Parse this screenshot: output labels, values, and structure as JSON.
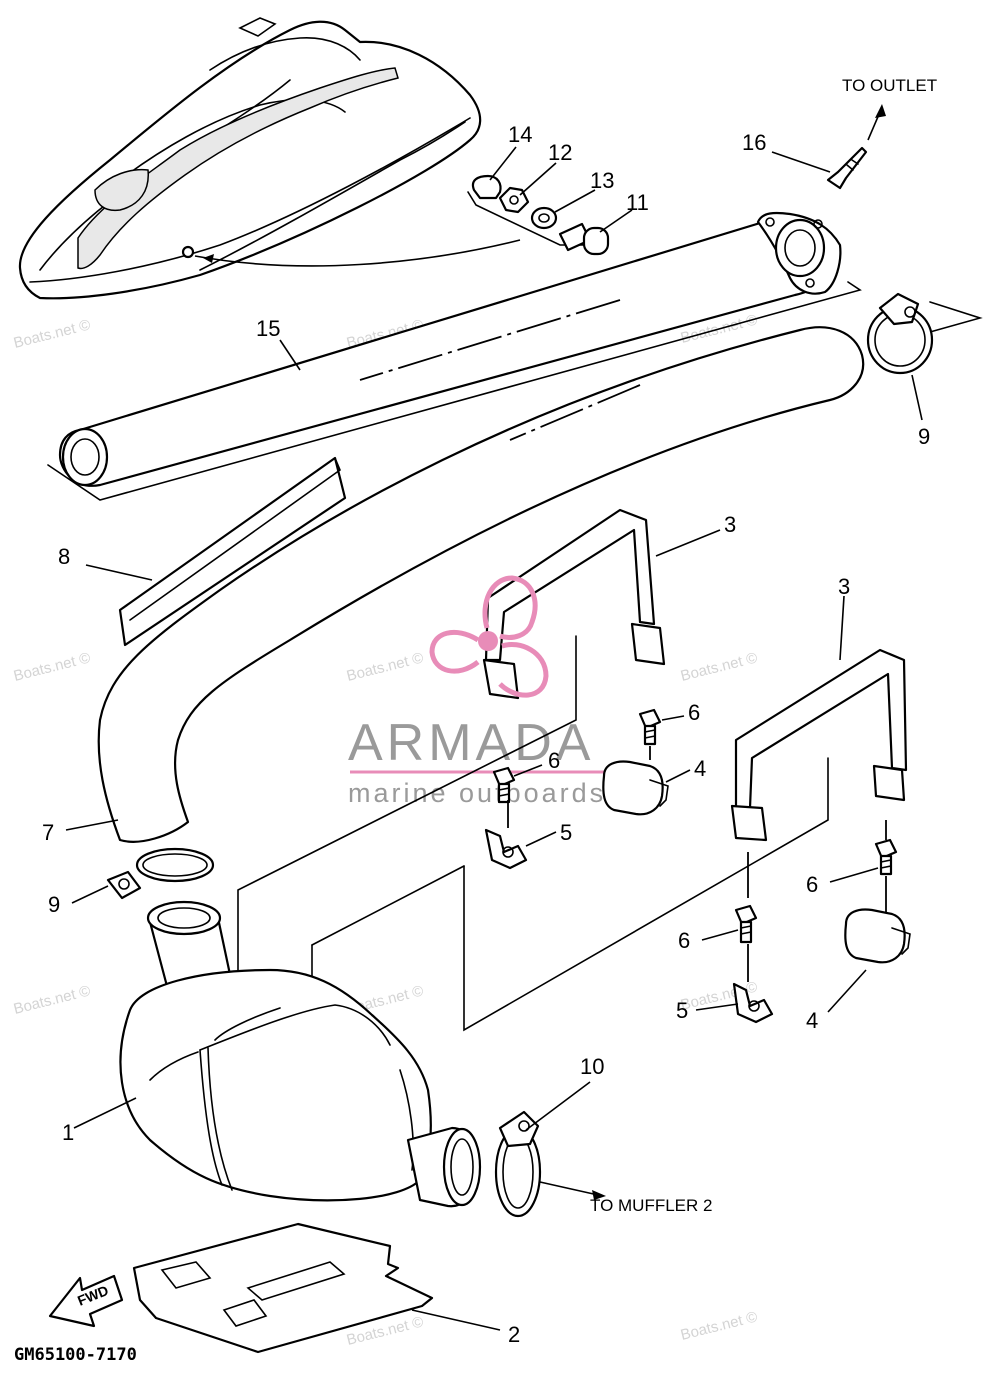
{
  "diagram": {
    "callouts": [
      {
        "id": "c1",
        "label": "1"
      },
      {
        "id": "c2",
        "label": "2"
      },
      {
        "id": "c3a",
        "label": "3"
      },
      {
        "id": "c3b",
        "label": "3"
      },
      {
        "id": "c4a",
        "label": "4"
      },
      {
        "id": "c4b",
        "label": "4"
      },
      {
        "id": "c5a",
        "label": "5"
      },
      {
        "id": "c5b",
        "label": "5"
      },
      {
        "id": "c6a",
        "label": "6"
      },
      {
        "id": "c6b",
        "label": "6"
      },
      {
        "id": "c6c",
        "label": "6"
      },
      {
        "id": "c6d",
        "label": "6"
      },
      {
        "id": "c7",
        "label": "7"
      },
      {
        "id": "c8",
        "label": "8"
      },
      {
        "id": "c9a",
        "label": "9"
      },
      {
        "id": "c9b",
        "label": "9"
      },
      {
        "id": "c10",
        "label": "10"
      },
      {
        "id": "c11",
        "label": "11"
      },
      {
        "id": "c12",
        "label": "12"
      },
      {
        "id": "c13",
        "label": "13"
      },
      {
        "id": "c14",
        "label": "14"
      },
      {
        "id": "c15",
        "label": "15"
      },
      {
        "id": "c16",
        "label": "16"
      }
    ],
    "notes": {
      "to_outlet": "TO OUTLET",
      "to_muffler": "TO MUFFLER 2",
      "fwd": "FWD"
    },
    "drawing_code": "GM65100-7170"
  },
  "watermark": {
    "text": "Boats.net ©",
    "brand_name": "ARMADA",
    "brand_tagline": "marine outboards",
    "logo_color": "#e88cb8",
    "text_color": "#9a9a9a"
  }
}
